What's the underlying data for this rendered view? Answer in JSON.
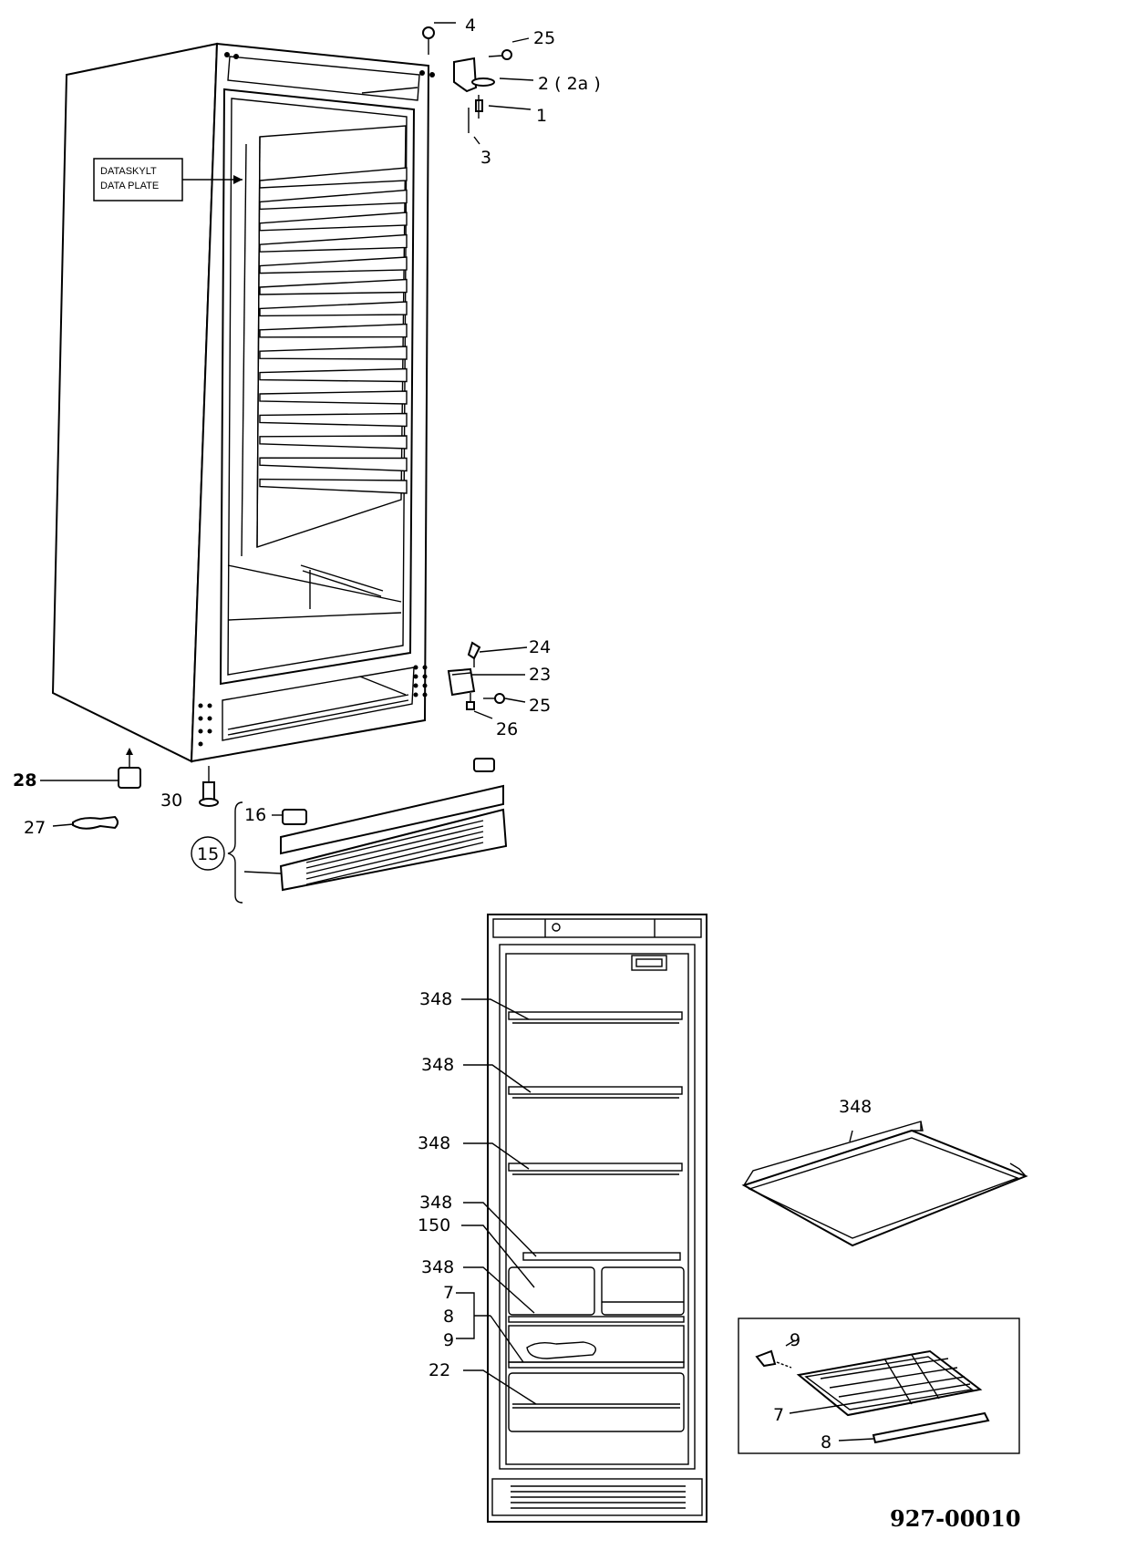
{
  "top_cabinet": {
    "data_plate": {
      "line1": "DATASKYLT",
      "line2": "DATA PLATE"
    },
    "labels": {
      "l4": "4",
      "l25a": "25",
      "l2": "2 ( 2a )",
      "l1": "1",
      "l3": "3",
      "l24": "24",
      "l23": "23",
      "l25b": "25",
      "l26": "26",
      "l28": "28",
      "l30": "30",
      "l27": "27",
      "l16": "16",
      "l15": "15"
    }
  },
  "front_view": {
    "labels": {
      "s1": "348",
      "s2": "348",
      "s3": "348",
      "s4": "348",
      "l150": "150",
      "s5": "348",
      "l7": "7",
      "l8": "8",
      "l9": "9",
      "l22": "22"
    }
  },
  "shelf_detail": {
    "label": "348"
  },
  "grille_detail": {
    "l9": "9",
    "l7": "7",
    "l8": "8"
  },
  "document_number": "927-00010"
}
